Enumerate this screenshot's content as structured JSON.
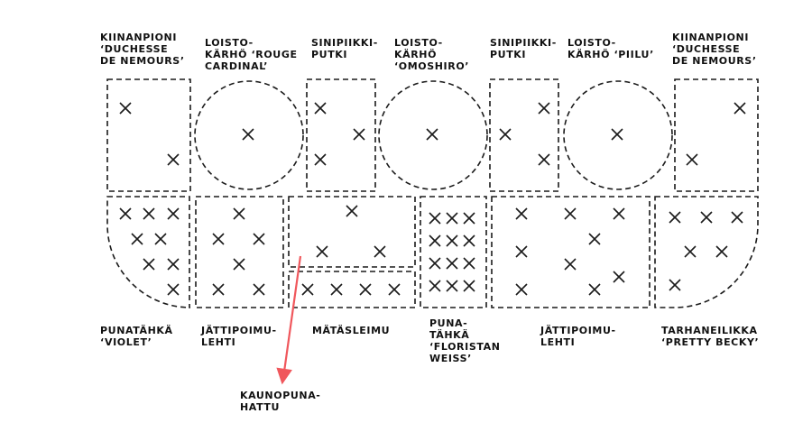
{
  "colors": {
    "ink": "#1a1a1a",
    "arrow": "#f0575c",
    "background": "#ffffff"
  },
  "labels": {
    "kiinanpioni_left": [
      "KIINANPIONI",
      "‘DUCHESSE",
      "DE NEMOURS’"
    ],
    "loistokarho_rouge": [
      "LOISTO-",
      "KÄRHÖ ‘ROUGE",
      "CARDINAL’"
    ],
    "sinipiikkiputki_1": [
      "SINIPIIKKI-",
      "PUTKI"
    ],
    "loistokarho_omoshiro": [
      "LOISTO-",
      "KÄRHÖ",
      "‘OMOSHIRO’"
    ],
    "sinipiikkiputki_2": [
      "SINIPIIKKI-",
      "PUTKI"
    ],
    "loistokarho_piilu": [
      "LOISTO-",
      "KÄRHÖ ‘PIILU’"
    ],
    "kiinanpioni_right": [
      "KIINANPIONI",
      "‘DUCHESSE",
      "DE NEMOURS’"
    ],
    "punatahka_violet": [
      "PUNATÄHKÄ",
      "‘VIOLET’"
    ],
    "jattipoimulehti_1": [
      "JÄTTIPOIMU-",
      "LEHTI"
    ],
    "matasleimu": [
      "MÄTÄSLEIMU"
    ],
    "punatahka_floristan": [
      "PUNA-",
      "TÄHKÄ",
      "‘FLORISTAN",
      "WEISS’"
    ],
    "jattipoimulehti_2": [
      "JÄTTIPOIMU-",
      "LEHTI"
    ],
    "tarhaneilikka": [
      "TARHANEILIKKA",
      "‘PRETTY BECKY’"
    ],
    "kaunopunahattu": [
      "KAUNOPUNA-",
      "HATTU"
    ]
  }
}
